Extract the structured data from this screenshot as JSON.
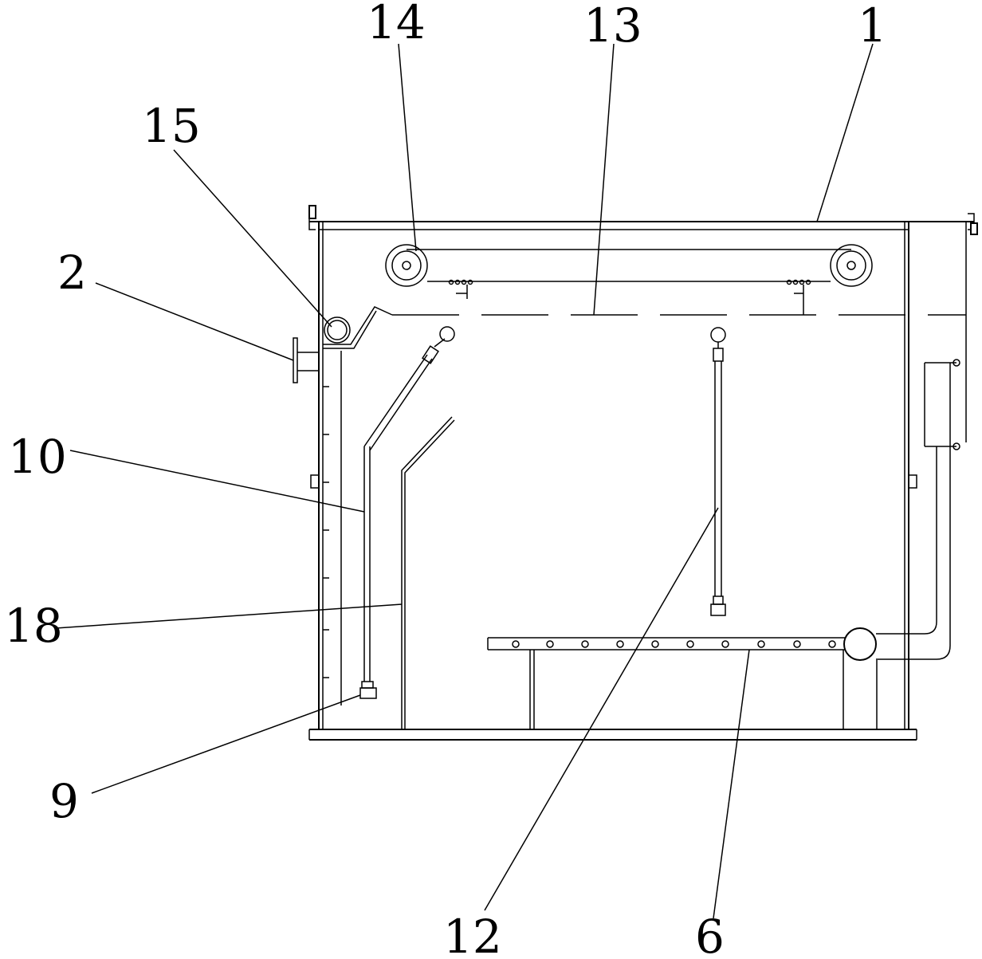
{
  "callouts": [
    {
      "id": "1",
      "label": "1"
    },
    {
      "id": "2",
      "label": "2"
    },
    {
      "id": "6",
      "label": "6"
    },
    {
      "id": "9",
      "label": "9"
    },
    {
      "id": "10",
      "label": "10"
    },
    {
      "id": "12",
      "label": "12"
    },
    {
      "id": "13",
      "label": "13"
    },
    {
      "id": "14",
      "label": "14"
    },
    {
      "id": "15",
      "label": "15"
    },
    {
      "id": "18",
      "label": "18"
    }
  ]
}
